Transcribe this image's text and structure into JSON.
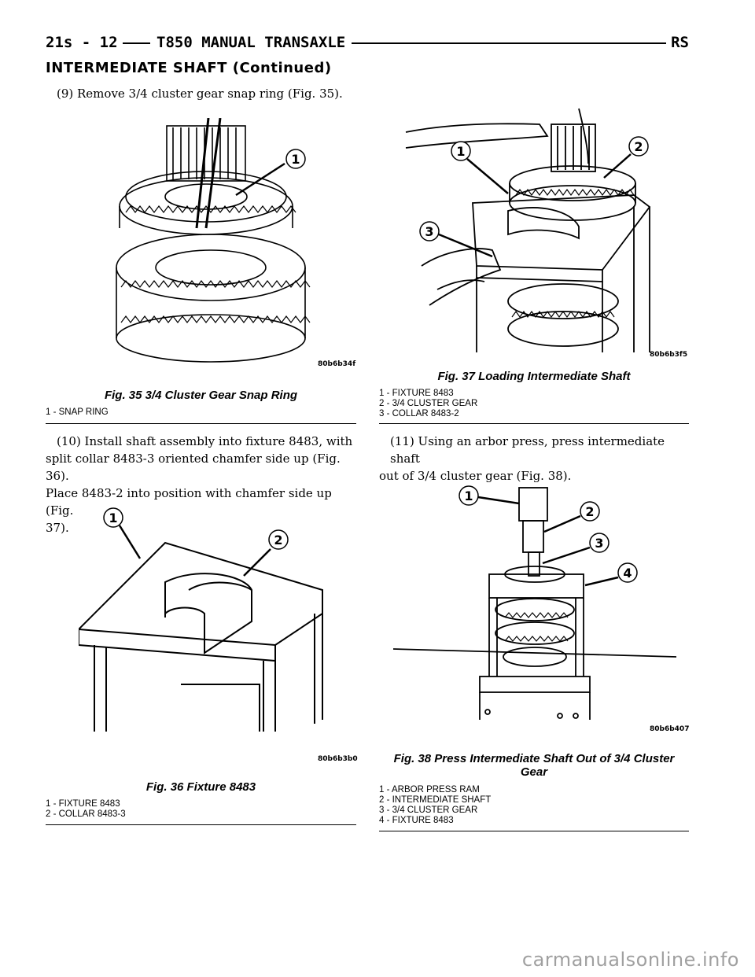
{
  "header": {
    "page_number": "21s - 12",
    "title": "T850 MANUAL TRANSAXLE",
    "section_code": "RS"
  },
  "section_title": "INTERMEDIATE SHAFT (Continued)",
  "steps": {
    "step9": "(9) Remove 3/4 cluster gear snap ring (Fig. 35).",
    "step10_l1": "(10) Install shaft assembly into fixture 8483, with",
    "step10_l2": "split collar 8483-3 oriented chamfer side up (Fig. 36).",
    "step10_l3": "Place 8483-2 into position with chamfer side up (Fig.",
    "step10_l4": "37).",
    "step11_l1": "(11) Using an arbor press, press intermediate shaft",
    "step11_l2": "out of 3/4 cluster gear (Fig. 38)."
  },
  "figures": {
    "fig35": {
      "code": "80b6b34f",
      "caption": "Fig. 35 3/4 Cluster Gear Snap Ring",
      "callouts": [
        "1"
      ],
      "legend": [
        "1 - SNAP RING"
      ]
    },
    "fig36": {
      "code": "80b6b3b0",
      "caption": "Fig. 36 Fixture 8483",
      "callouts": [
        "1",
        "2"
      ],
      "legend": [
        "1 - FIXTURE 8483",
        "2 - COLLAR 8483-3"
      ]
    },
    "fig37": {
      "code": "80b6b3f5",
      "caption": "Fig. 37 Loading Intermediate Shaft",
      "callouts": [
        "1",
        "2",
        "3"
      ],
      "legend": [
        "1 - FIXTURE 8483",
        "2 - 3/4 CLUSTER GEAR",
        "3 - COLLAR 8483-2"
      ]
    },
    "fig38": {
      "code": "80b6b407",
      "caption_l1": "Fig. 38 Press Intermediate Shaft Out of 3/4 Cluster",
      "caption_l2": "Gear",
      "callouts": [
        "1",
        "2",
        "3",
        "4"
      ],
      "legend": [
        "1 - ARBOR PRESS RAM",
        "2 - INTERMEDIATE SHAFT",
        "3 - 3/4 CLUSTER GEAR",
        "4 - FIXTURE 8483"
      ]
    }
  },
  "watermark": "carmanualsonline.info"
}
